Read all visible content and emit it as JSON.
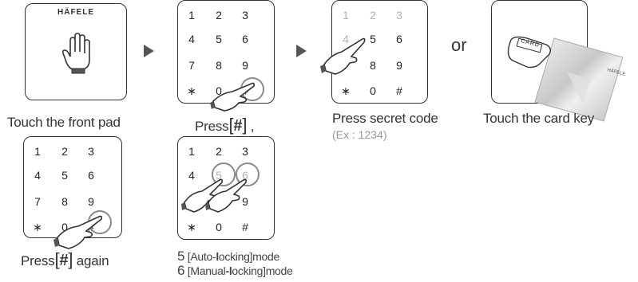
{
  "brand": "HÄFELE",
  "keypad": [
    "1",
    "2",
    "3",
    "4",
    "5",
    "6",
    "7",
    "8",
    "9",
    "∗",
    "0",
    "#"
  ],
  "steps": {
    "touch_pad": "Touch the front pad",
    "press_prefix": "Press",
    "hash": "#",
    "press_suffix_comma": ",",
    "press_again_suffix": "again",
    "secret_code": "Press secret code",
    "secret_example": "(Ex : 1234)",
    "or": "or",
    "card_label": "CARD",
    "card_brand": "HÄFELE",
    "touch_card": "Touch the card key"
  },
  "modes": [
    {
      "num": "5",
      "open": "[",
      "name1": "Auto-",
      "bold": "l",
      "name2": "ocking",
      "close": "]",
      "word": "mode"
    },
    {
      "num": "6",
      "open": "[",
      "name1": "Manual",
      "bold": "-l",
      "name2": "ocking",
      "close": "]",
      "word": "mode"
    }
  ],
  "colors": {
    "outline": "#333333",
    "highlight_ring": "#8a8a8a",
    "faded_key": "#b0b0b0",
    "example_text": "#999999"
  }
}
